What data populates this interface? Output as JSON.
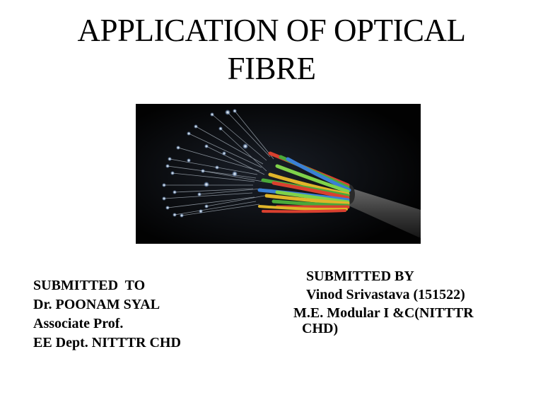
{
  "slide": {
    "title_lines": [
      "APPLICATION OF OPTICAL",
      "FIBRE"
    ],
    "image": {
      "alt": "Bundle of optical fibre cable strands with glowing tips",
      "background": "#020202",
      "fibre_colors": [
        "#d9402f",
        "#4aa93a",
        "#3a7fd6",
        "#e0b52a",
        "#7fd24a"
      ]
    },
    "submitted_to": {
      "heading": "SUBMITTED  TO",
      "name": "Dr. POONAM SYAL",
      "designation": "Associate Prof.",
      "department": "EE Dept. NITTTR CHD"
    },
    "submitted_by": {
      "heading": "SUBMITTED BY",
      "name": "Vinod Srivastava (151522)",
      "course_line1": "M.E. Modular I &C(NITTTR",
      "course_line2": "CHD)"
    }
  }
}
